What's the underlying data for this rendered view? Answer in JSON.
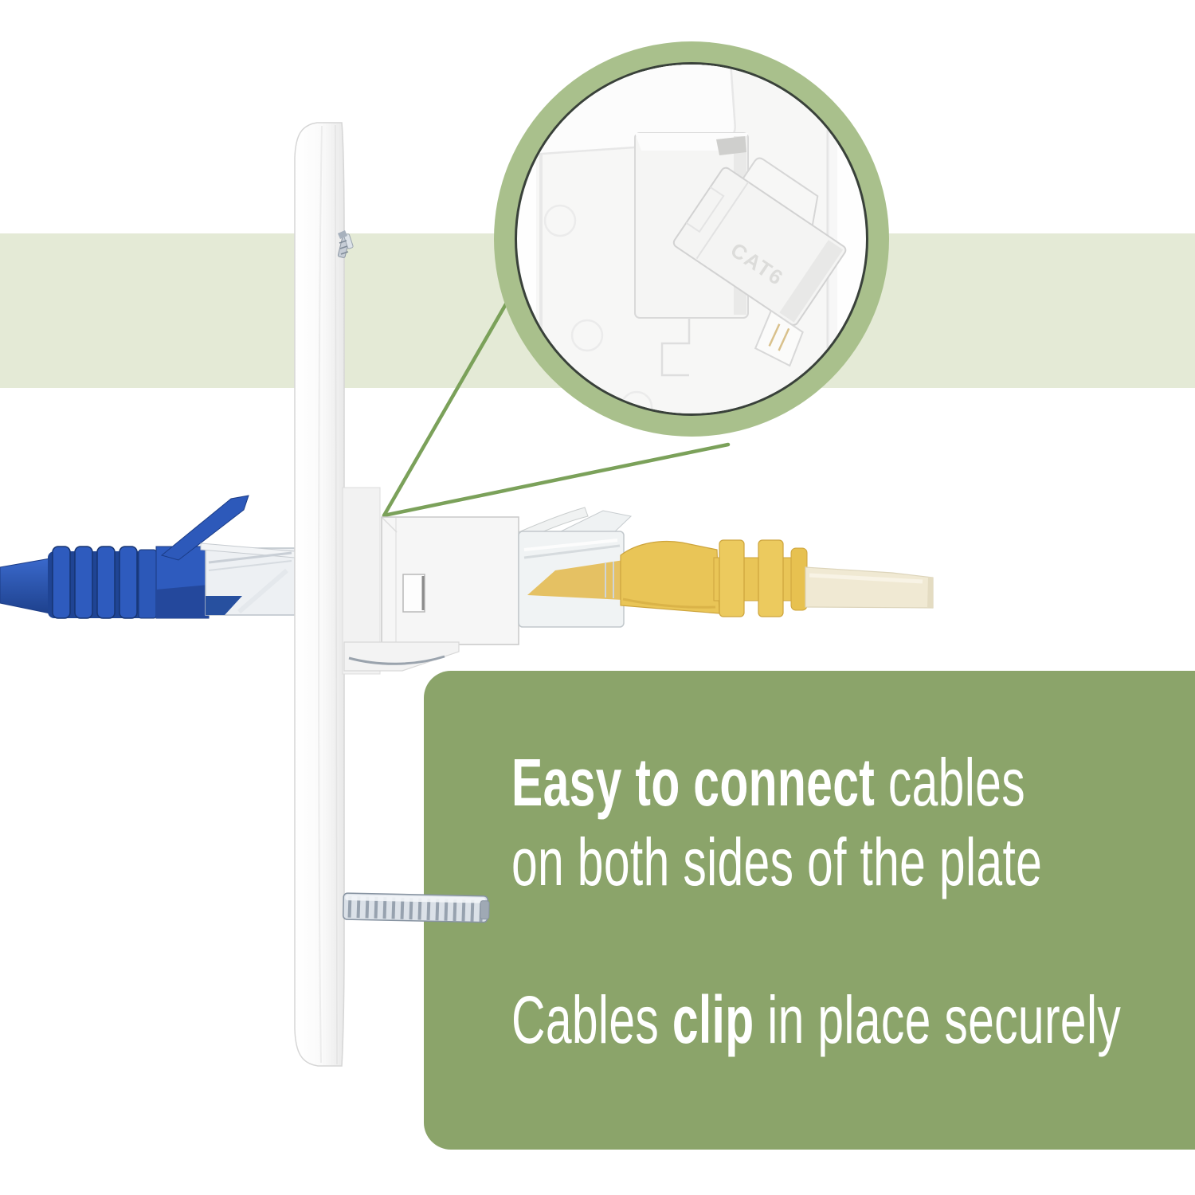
{
  "colors": {
    "background": "#ffffff",
    "band": "#e4ead6",
    "callout_ring": "#a9c08c",
    "callout_outline": "#39413a",
    "pointer_line": "#7ba15a",
    "panel": "#8ba46a",
    "panel_text": "#ffffff",
    "blue_cable": "#2e5bbe",
    "blue_dark": "#1c3c86",
    "yellow_cable": "#e9c557",
    "yellow_dark": "#cda43c",
    "cream_cable": "#f0e9d3",
    "plate_edge": "#d6d6d6",
    "metal": "#dbe1e8",
    "metal_dark": "#8793a1",
    "jack_white": "#f6f6f6",
    "jack_edge": "#c9c9c9"
  },
  "callout": {
    "jack_label": "CAT6"
  },
  "panel": {
    "line1_bold": "Easy to connect",
    "line1_rest": " cables",
    "line2": "on both sides of the plate",
    "line3_pre": "Cables ",
    "line3_bold": "clip",
    "line3_rest": " in place securely"
  }
}
